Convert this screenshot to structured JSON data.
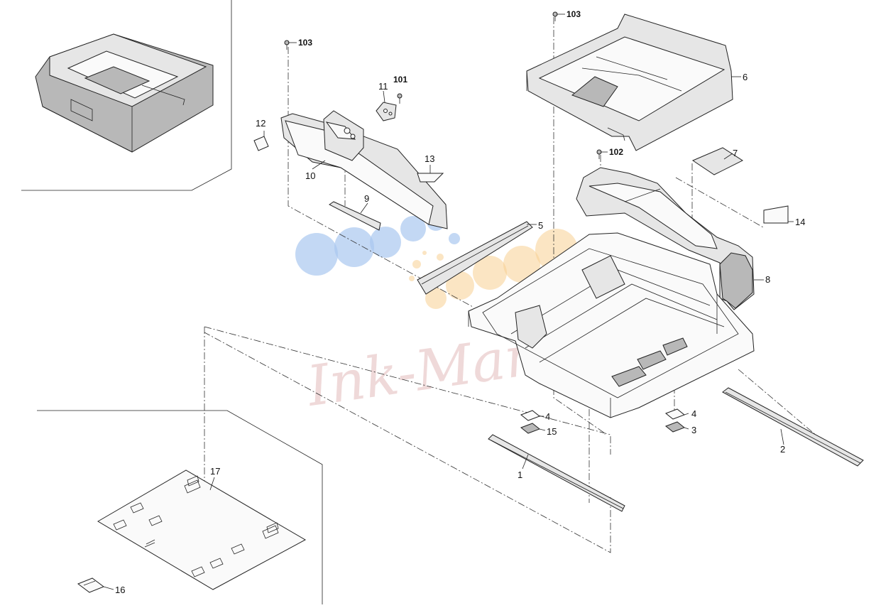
{
  "watermark": {
    "text": "Ink-Market"
  },
  "callouts": {
    "c1": "1",
    "c2": "2",
    "c3": "3",
    "c4a": "4",
    "c4b": "4",
    "c5": "5",
    "c6": "6",
    "c7": "7",
    "c8": "8",
    "c9": "9",
    "c10": "10",
    "c11": "11",
    "c12": "12",
    "c13": "13",
    "c14": "14",
    "c15": "15",
    "c16": "16",
    "c17": "17",
    "c101": "101",
    "c102": "102",
    "c103a": "103",
    "c103b": "103"
  },
  "colors": {
    "dot_blue": "#a9c8f0",
    "dot_orange": "#f7cf92",
    "watermark_red": "#c87a7a"
  }
}
